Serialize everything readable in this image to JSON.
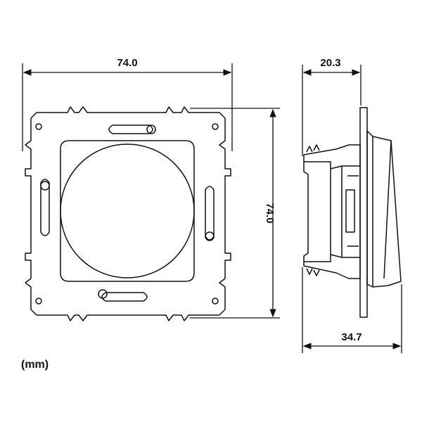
{
  "dimensions": {
    "front_width": "74.0",
    "front_height": "74.0",
    "side_top_depth": "20.3",
    "side_total_depth": "34.7"
  },
  "units_label": "(mm)",
  "colors": {
    "line": "#111111",
    "background": "#ffffff"
  }
}
